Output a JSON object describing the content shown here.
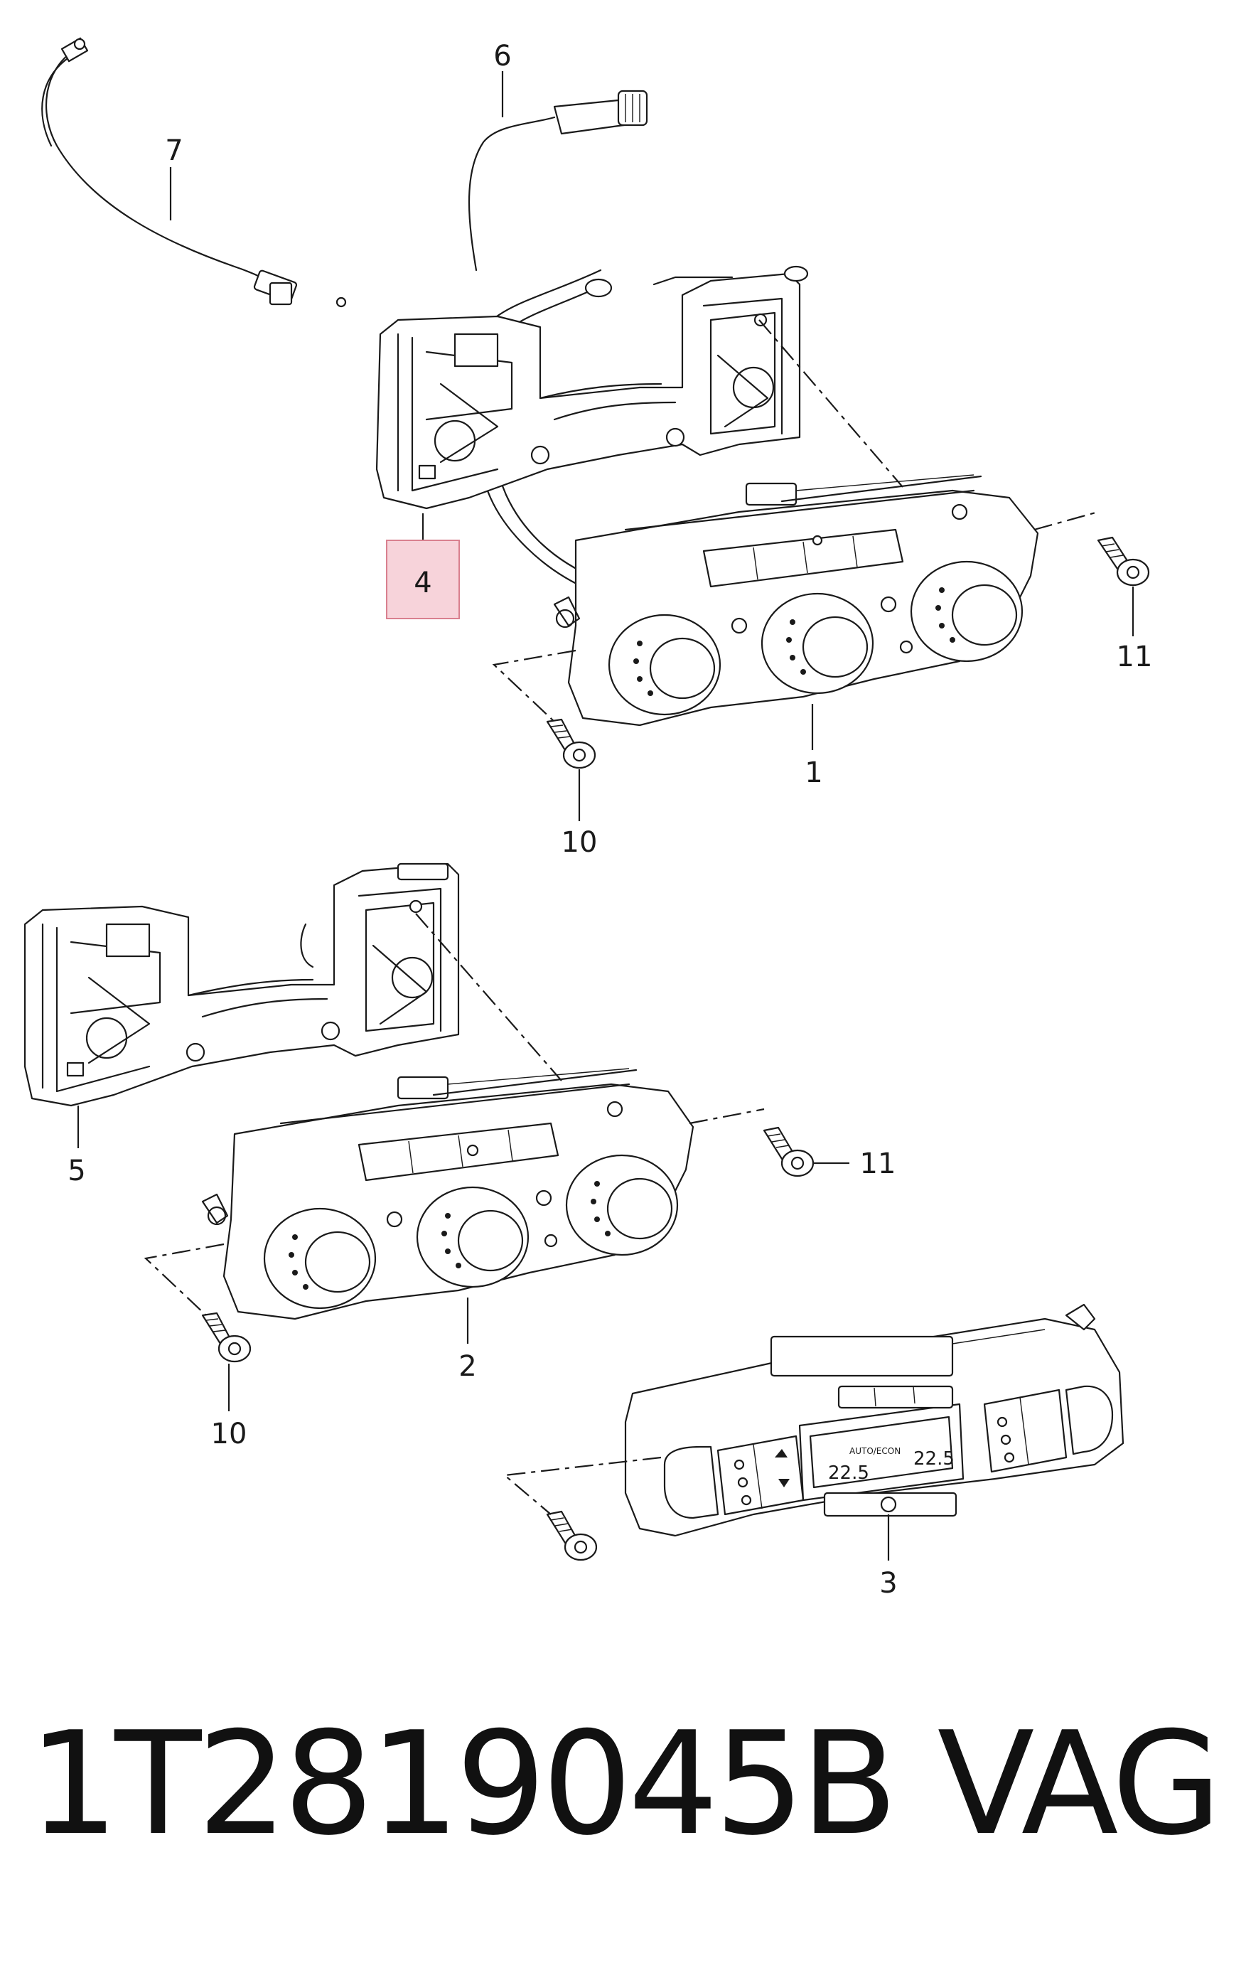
{
  "callouts": {
    "c1": "1",
    "c2": "2",
    "c3": "3",
    "c4": "4",
    "c5": "5",
    "c6": "6",
    "c7": "7",
    "c10a": "10",
    "c10b": "10",
    "c11a": "11",
    "c11b": "11"
  },
  "highlighted_callout": "4",
  "highlight_color": "#f7d3da",
  "panel_display": {
    "mode": "AUTO/ECON",
    "temp_left": "22.5",
    "temp_right": "22.5"
  },
  "footer": {
    "part_number": "1T2819045B",
    "brand": "VAG"
  }
}
